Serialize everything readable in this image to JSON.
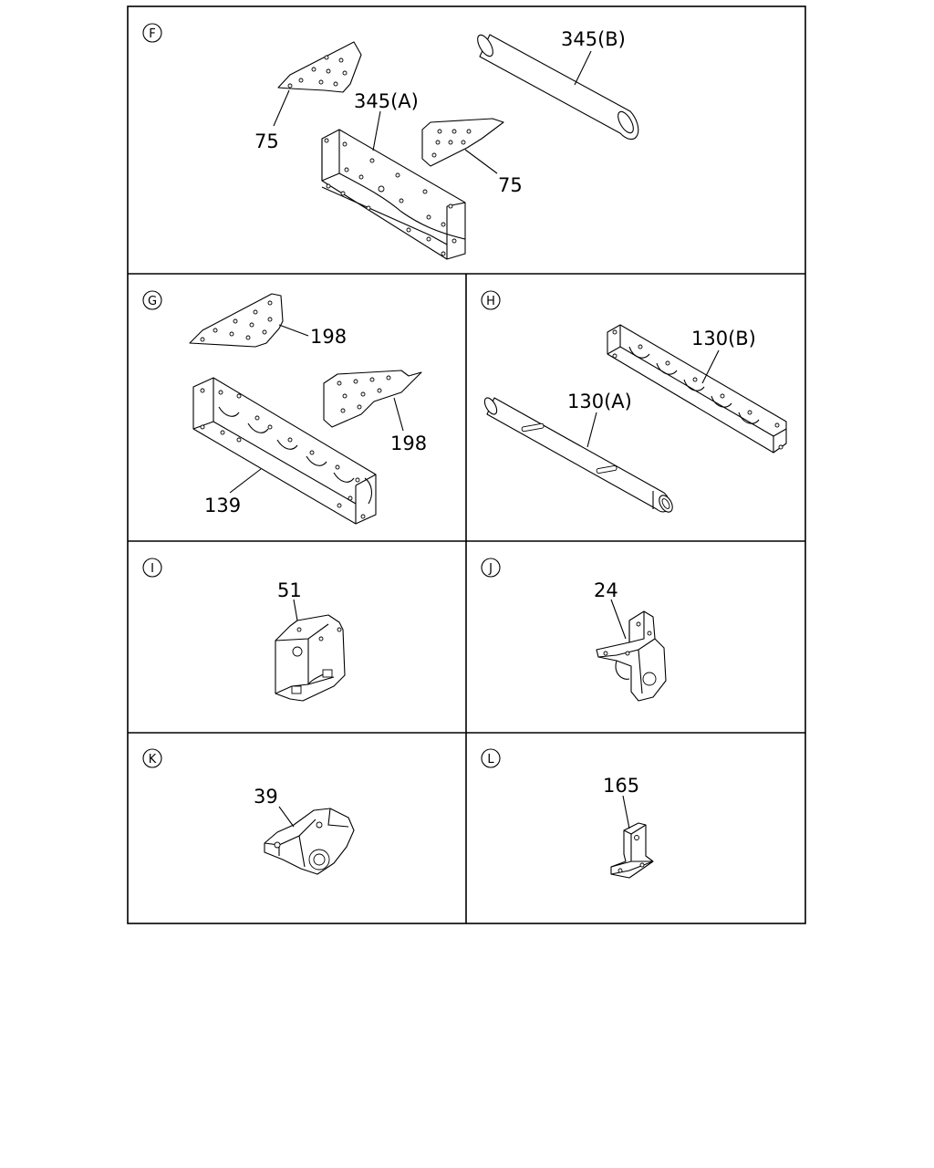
{
  "sections": [
    {
      "letter": "F",
      "labels": [
        "75",
        "345(A)",
        "345(B)",
        "75"
      ]
    },
    {
      "letter": "G",
      "labels": [
        "198",
        "198",
        "139"
      ]
    },
    {
      "letter": "H",
      "labels": [
        "130(B)",
        "130(A)"
      ]
    },
    {
      "letter": "I",
      "labels": [
        "51"
      ]
    },
    {
      "letter": "J",
      "labels": [
        "24"
      ]
    },
    {
      "letter": "K",
      "labels": [
        "39"
      ]
    },
    {
      "letter": "L",
      "labels": [
        "165"
      ]
    }
  ]
}
